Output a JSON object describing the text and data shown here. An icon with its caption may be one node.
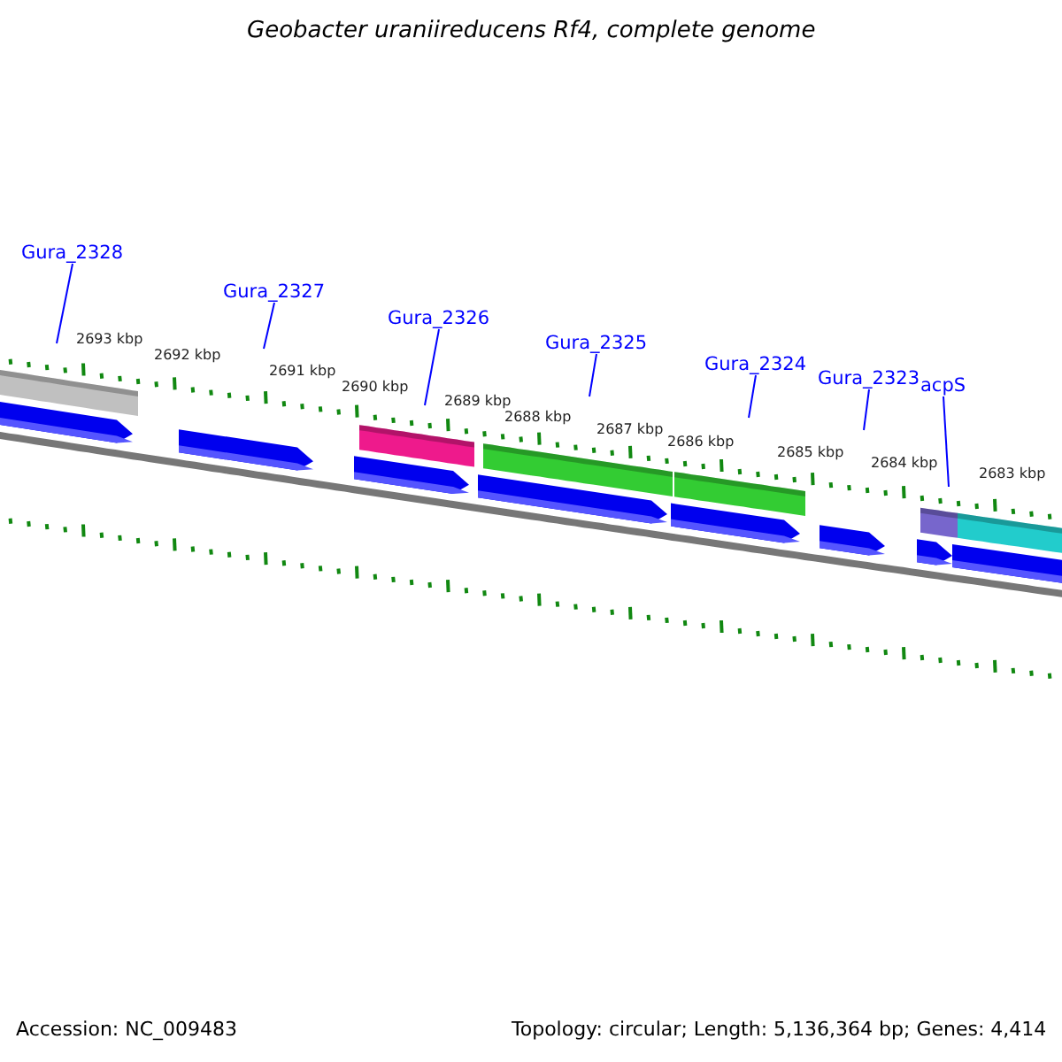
{
  "diagram": {
    "title": "Geobacter uraniireducens Rf4, complete genome",
    "nodes": [
      {
        "text": [
          "Gura_2328"
        ]
      },
      {
        "text": [
          "Gura_2327"
        ]
      },
      {
        "text": [
          "Gura_2326"
        ]
      },
      {
        "text": [
          "Gura_2325"
        ]
      },
      {
        "text": [
          "Gura_2324"
        ]
      },
      {
        "text": [
          "Gura_2323"
        ]
      },
      {
        "text": [
          "acpS"
        ]
      }
    ],
    "edges": [
      {
        "from": 0,
        "to": null,
        "arrow": "none"
      },
      {
        "from": 1,
        "to": null,
        "arrow": "none"
      },
      {
        "from": 2,
        "to": null,
        "arrow": "none"
      },
      {
        "from": 3,
        "to": null,
        "arrow": "none"
      },
      {
        "from": 4,
        "to": null,
        "arrow": "none"
      },
      {
        "from": 5,
        "to": null,
        "arrow": "none"
      },
      {
        "from": 6,
        "to": null,
        "arrow": "none"
      }
    ],
    "labels": [
      "2693 kbp",
      "2692 kbp",
      "2691 kbp",
      "2690 kbp",
      "2689 kbp",
      "2688 kbp",
      "2687 kbp",
      "2686 kbp",
      "2685 kbp",
      "2684 kbp",
      "2683 kbp",
      "Accession: NC_009483",
      "Topology: circular; Length: 5,136,364 bp; Genes: 4,414"
    ]
  }
}
